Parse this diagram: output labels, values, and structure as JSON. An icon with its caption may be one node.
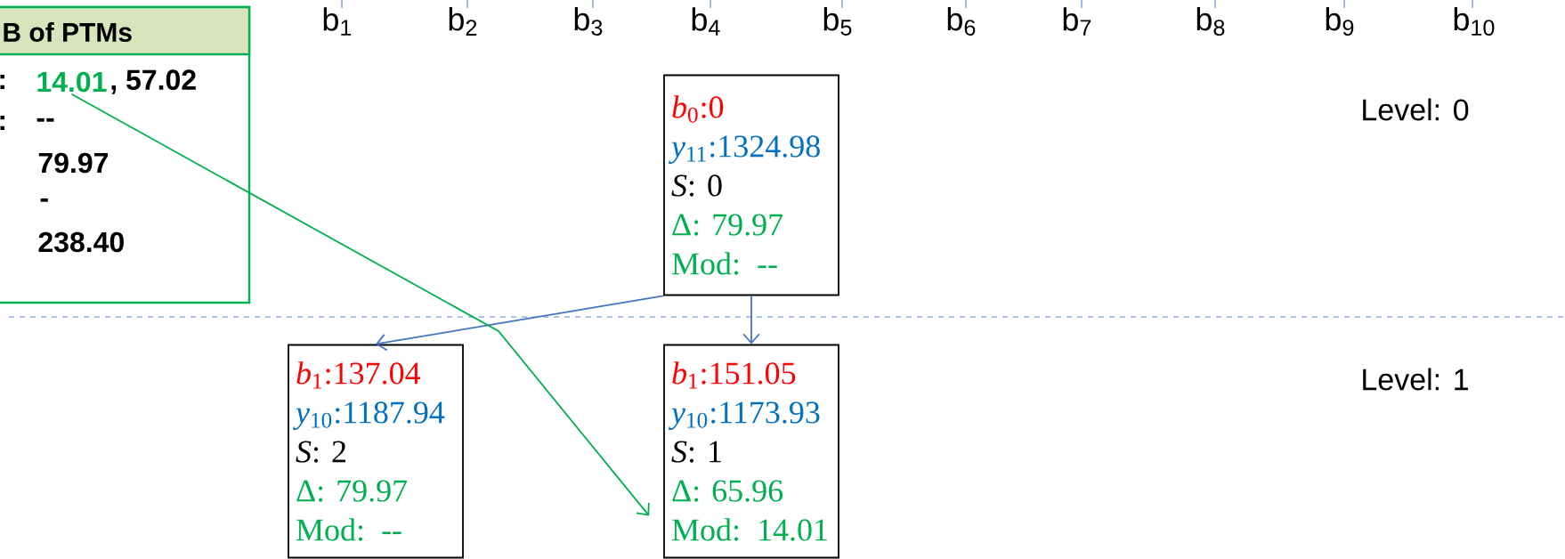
{
  "diagram": {
    "nodes": [
      {
        "text": [
          "B of PTMs",
          ":",
          ", 57.02",
          ":",
          "--",
          "79.97",
          "-",
          "238.40"
        ]
      },
      {
        "text": [
          "14.01"
        ],
        "in": 0
      },
      {
        "text": [
          "*b*$_{0}$:0",
          "*y*$_{11}$:1324.98",
          "*S*: 0",
          "Δ: 79.97",
          "Mod: --"
        ]
      },
      {
        "text": [
          "*b*$_{1}$:137.04",
          "*y*$_{10}$:1187.94",
          "*S*: 2",
          "Δ: 79.97",
          "Mod: --"
        ]
      },
      {
        "text": [
          "*b*$_{1}$:151.05",
          "*y*$_{10}$:1173.93",
          "*S*: 1",
          "Δ: 65.96",
          "Mod: 14.01"
        ]
      }
    ],
    "edges": [
      {
        "from": 2,
        "to": 3,
        "arrow": "to"
      },
      {
        "from": 2,
        "to": 4,
        "arrow": "to"
      },
      {
        "from": 1,
        "to": 4,
        "arrow": "to",
        "color": "#00b050"
      }
    ],
    "labels": [
      "b$_{1}$",
      "b$_{2}$",
      "b$_{3}$",
      "b$_{4}$",
      "b$_{5}$",
      "b$_{6}$",
      "b$_{7}$",
      "b$_{8}$",
      "b$_{9}$",
      "b$_{10}$",
      "Level: 0",
      "Level: 1"
    ]
  }
}
